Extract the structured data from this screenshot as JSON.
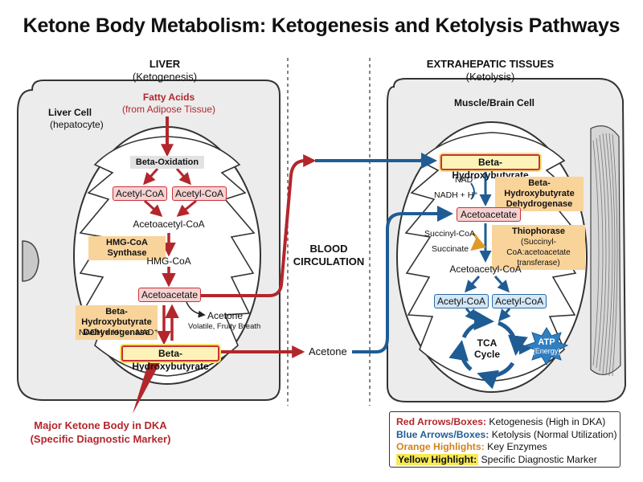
{
  "title": "Ketone Body Metabolism: Ketogenesis and Ketolysis Pathways",
  "liver": {
    "heading": "LIVER",
    "subheading": "(Ketogenesis)",
    "cell_label": "Liver Cell",
    "cell_sublabel": "(hepatocyte)",
    "source_label": "Fatty Acids",
    "source_sublabel": "(from Adipose Tissue)",
    "beta_oxidation": "Beta-Oxidation",
    "acetyl_coa_1": "Acetyl-CoA",
    "acetyl_coa_2": "Acetyl-CoA",
    "acetoacetyl_coa": "Acetoacetyl-CoA",
    "enzyme_hmg": "HMG-CoA Synthase",
    "hmg_coa": "HMG-CoA",
    "acetoacetate": "Acetoacetate",
    "acetone": "Acetone",
    "acetone_note": "Volatile, Fruity Breath",
    "enzyme_bhbdh_line1": "Beta-Hydroxybutyrate",
    "enzyme_bhbdh_line2": "Dehydrogenase",
    "nadh_pair": "NADH + H⁺ ⇔ NAD⁺",
    "bhb": "Beta-Hydroxybutyrate",
    "callout_line1": "Major Ketone Body in DKA",
    "callout_line2": "(Specific Diagnostic Marker)"
  },
  "blood": {
    "line1": "BLOOD",
    "line2": "CIRCULATION",
    "acetone": "Acetone"
  },
  "tissue": {
    "heading": "EXTRAHEPATIC TISSUES",
    "subheading": "(Ketolysis)",
    "cell_label": "Muscle/Brain Cell",
    "bhb": "Beta-Hydroxybutyrate",
    "nad": "NAD⁺",
    "nadh": "NADH + H⁺",
    "enzyme_bhbdh_line1": "Beta-Hydroxybutyrate",
    "enzyme_bhbdh_line2": "Dehydrogenase",
    "acetoacetate": "Acetoacetate",
    "succinyl_coa": "Succinyl-CoA",
    "succinate": "Succinate",
    "enzyme_thio_line1": "Thiophorase",
    "enzyme_thio_line2": "(Succinyl-CoA:acetoacetate",
    "enzyme_thio_line3": "transferase)",
    "acetoacetyl_coa": "Acetoacetyl-CoA",
    "acetyl_coa_1": "Acetyl-CoA",
    "acetyl_coa_2": "Acetyl-CoA",
    "tca_line1": "TCA",
    "tca_line2": "Cycle",
    "atp_line1": "ATP",
    "atp_line2": "(Energy)"
  },
  "legend": {
    "red_key": "Red Arrows/Boxes:",
    "red_text": " Ketogenesis (High in DKA)",
    "blue_key": "Blue Arrows/Boxes:",
    "blue_text": " Ketolysis (Normal Utilization)",
    "orange_key": "Orange Highlights:",
    "orange_text": " Key Enzymes",
    "yellow_key": "Yellow Highlight:",
    "yellow_text": " Specific Diagnostic Marker"
  },
  "colors": {
    "ketogenesis_red": "#c8323a",
    "ketolysis_blue": "#2b6aa3",
    "enzyme_orange": "#f8d39a",
    "marker_yellow": "#f7ea55"
  }
}
